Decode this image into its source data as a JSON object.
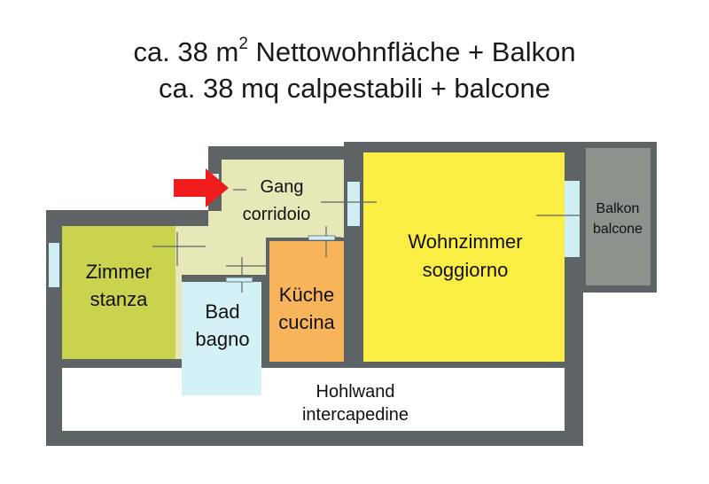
{
  "title": {
    "line1_prefix": "ca. 38 m",
    "line1_sup": "2",
    "line1_suffix": " Nettowohnfläche + Balkon",
    "line2": "ca. 38 mq calpestabili + balcone"
  },
  "rooms": {
    "gang": {
      "de": "Gang",
      "it": "corridoio",
      "color": "#e6e8b8"
    },
    "zimmer": {
      "de": "Zimmer",
      "it": "stanza",
      "color": "#cad34e"
    },
    "bad": {
      "de": "Bad",
      "it": "bagno",
      "color": "#d4f2f5"
    },
    "kueche": {
      "de": "Küche",
      "it": "cucina",
      "color": "#f8b45a"
    },
    "wohnzimmer": {
      "de": "Wohnzimmer",
      "it": "soggiorno",
      "color": "#faee44"
    },
    "balkon": {
      "de": "Balkon",
      "it": "balcone",
      "color": "#8c928c"
    },
    "hohlwand": {
      "de": "Hohlwand",
      "it": "intercapedine",
      "color": "#ffffff"
    }
  },
  "colors": {
    "wall": "#5e6466",
    "entrance_arrow": "#ee1c1c",
    "window": "#cfeff4"
  }
}
